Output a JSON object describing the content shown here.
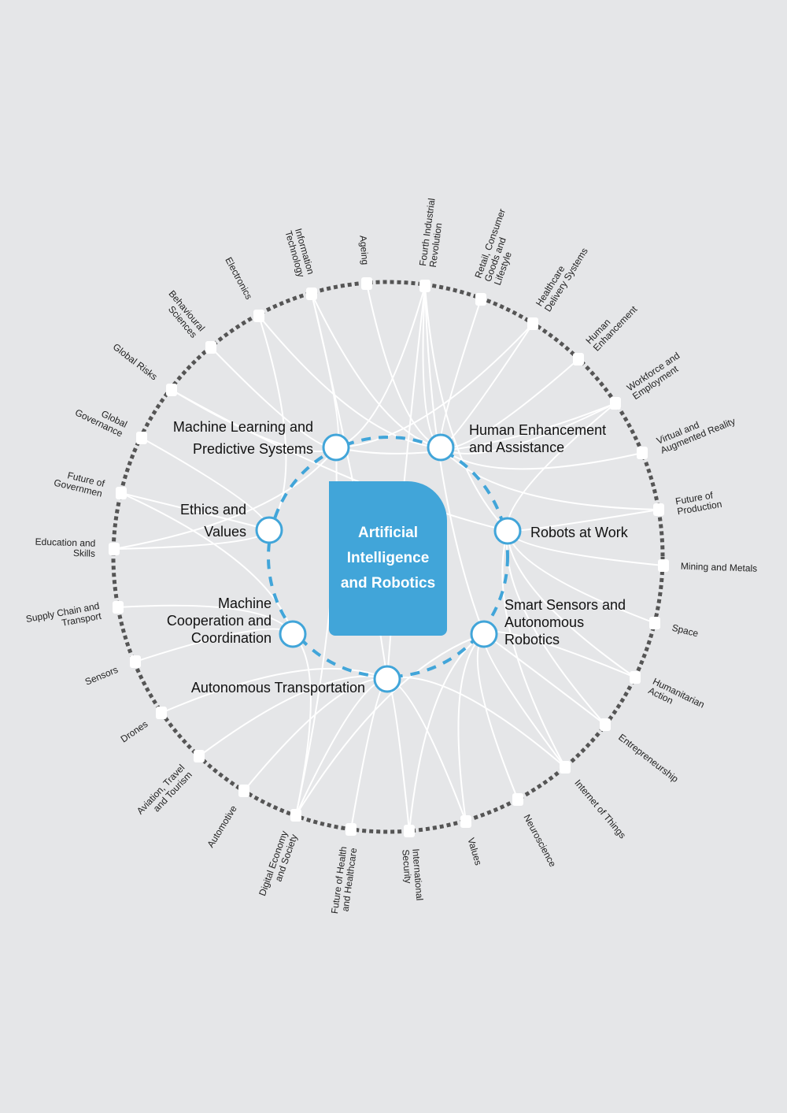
{
  "title_lines": [
    "Artificial",
    "Intelligence",
    "and Robotics"
  ],
  "colors": {
    "accent": "#41a5d9",
    "ring": "#555555",
    "background": "#e5e6e8",
    "link": "#ffffff"
  },
  "hubs": [
    {
      "label_lines": [
        "Machine Learning and",
        "Predictive Systems"
      ]
    },
    {
      "label_lines": [
        "Human Enhancement",
        "and Assistance"
      ]
    },
    {
      "label_lines": [
        "Robots at Work"
      ]
    },
    {
      "label_lines": [
        "Smart Sensors and",
        "Autonomous",
        "Robotics"
      ]
    },
    {
      "label_lines": [
        "Autonomous Transportation"
      ]
    },
    {
      "label_lines": [
        "Machine",
        "Cooperation and",
        "Coordination"
      ]
    },
    {
      "label_lines": [
        "Ethics and",
        "Values"
      ]
    }
  ],
  "topics": [
    {
      "lines": [
        "Ageing"
      ]
    },
    {
      "lines": [
        "Fourth Industrial",
        "Revolution"
      ]
    },
    {
      "lines": [
        "Retail, Consumer",
        "Goods and",
        "Lifestyle"
      ]
    },
    {
      "lines": [
        "Healthcare",
        "Delivery Systems"
      ]
    },
    {
      "lines": [
        "Human",
        "Enhancement"
      ]
    },
    {
      "lines": [
        "Workforce and",
        "Employment"
      ]
    },
    {
      "lines": [
        "Virtual and",
        "Augmented Reality"
      ]
    },
    {
      "lines": [
        "Future of",
        "Production"
      ]
    },
    {
      "lines": [
        "Mining and Metals"
      ]
    },
    {
      "lines": [
        "Space"
      ]
    },
    {
      "lines": [
        "Humanitarian",
        "Action"
      ]
    },
    {
      "lines": [
        "Entrepreneurship"
      ]
    },
    {
      "lines": [
        "Internet of Things"
      ]
    },
    {
      "lines": [
        "Neuroscience"
      ]
    },
    {
      "lines": [
        "Values"
      ]
    },
    {
      "lines": [
        "International",
        "Security"
      ]
    },
    {
      "lines": [
        "Future of Health",
        "and Healthcare"
      ]
    },
    {
      "lines": [
        "Digital Economy",
        "and Society"
      ]
    },
    {
      "lines": [
        "Automotive"
      ]
    },
    {
      "lines": [
        "Aviation, Travel",
        "and Tourism"
      ]
    },
    {
      "lines": [
        "Drones"
      ]
    },
    {
      "lines": [
        "Sensors"
      ]
    },
    {
      "lines": [
        "Supply Chain and",
        "Transport"
      ]
    },
    {
      "lines": [
        "Education and",
        "Skills"
      ]
    },
    {
      "lines": [
        "Future of",
        "Governmen"
      ]
    },
    {
      "lines": [
        "Global",
        "Governance"
      ]
    },
    {
      "lines": [
        "Global Risks"
      ]
    },
    {
      "lines": [
        "Behavioural",
        "Sciences"
      ]
    },
    {
      "lines": [
        "Electronics"
      ]
    },
    {
      "lines": [
        "Information",
        "Technology"
      ]
    }
  ],
  "links": [
    [
      1,
      0
    ],
    [
      0,
      1
    ],
    [
      1,
      1
    ],
    [
      2,
      1
    ],
    [
      3,
      1
    ],
    [
      4,
      1
    ],
    [
      1,
      2
    ],
    [
      0,
      3
    ],
    [
      1,
      3
    ],
    [
      1,
      4
    ],
    [
      1,
      5
    ],
    [
      2,
      5
    ],
    [
      0,
      5
    ],
    [
      1,
      6
    ],
    [
      2,
      7
    ],
    [
      1,
      7
    ],
    [
      2,
      8
    ],
    [
      2,
      9
    ],
    [
      2,
      10
    ],
    [
      3,
      10
    ],
    [
      2,
      11
    ],
    [
      3,
      11
    ],
    [
      2,
      12
    ],
    [
      3,
      12
    ],
    [
      4,
      12
    ],
    [
      3,
      13
    ],
    [
      4,
      14
    ],
    [
      3,
      14
    ],
    [
      4,
      15
    ],
    [
      3,
      15
    ],
    [
      4,
      16
    ],
    [
      4,
      17
    ],
    [
      5,
      17
    ],
    [
      3,
      17
    ],
    [
      0,
      17
    ],
    [
      4,
      18
    ],
    [
      4,
      19
    ],
    [
      4,
      20
    ],
    [
      5,
      21
    ],
    [
      5,
      22
    ],
    [
      6,
      23
    ],
    [
      0,
      23
    ],
    [
      6,
      24
    ],
    [
      5,
      24
    ],
    [
      6,
      25
    ],
    [
      0,
      26
    ],
    [
      0,
      27
    ],
    [
      6,
      28
    ],
    [
      1,
      28
    ],
    [
      0,
      29
    ],
    [
      1,
      29
    ],
    [
      4,
      29
    ],
    [
      2,
      26
    ]
  ]
}
